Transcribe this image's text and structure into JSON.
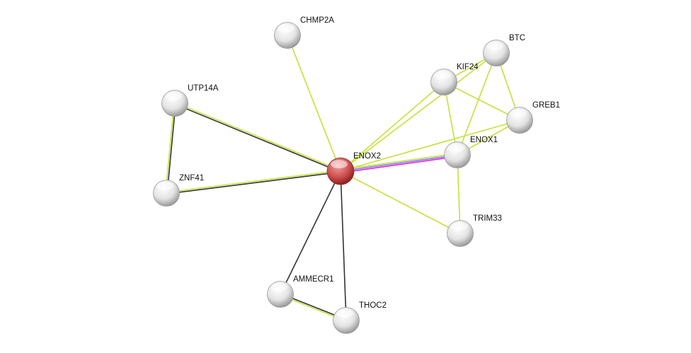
{
  "colors": {
    "textmining": "#c7e03a",
    "coexpression": "#333333",
    "homology": "#7b7bf0",
    "experiments": "#e020e0",
    "query_node": "#d84a4a",
    "node": "#e6e6e6"
  },
  "nodes": [
    {
      "id": "ENOX2",
      "label": "ENOX2",
      "query": true
    },
    {
      "id": "CHMP2A",
      "label": "CHMP2A"
    },
    {
      "id": "BTC",
      "label": "BTC"
    },
    {
      "id": "KIF24",
      "label": "KIF24"
    },
    {
      "id": "UTP14A",
      "label": "UTP14A"
    },
    {
      "id": "GREB1",
      "label": "GREB1"
    },
    {
      "id": "ENOX1",
      "label": "ENOX1"
    },
    {
      "id": "ZNF41",
      "label": "ZNF41"
    },
    {
      "id": "TRIM33",
      "label": "TRIM33"
    },
    {
      "id": "AMMECR1",
      "label": "AMMECR1"
    },
    {
      "id": "THOC2",
      "label": "THOC2"
    }
  ],
  "edges": [
    {
      "a": "ENOX2",
      "b": "CHMP2A",
      "types": [
        "textmining"
      ]
    },
    {
      "a": "ENOX2",
      "b": "UTP14A",
      "types": [
        "coexpression",
        "textmining"
      ]
    },
    {
      "a": "ENOX2",
      "b": "ZNF41",
      "types": [
        "coexpression",
        "textmining"
      ]
    },
    {
      "a": "UTP14A",
      "b": "ZNF41",
      "types": [
        "coexpression",
        "textmining"
      ]
    },
    {
      "a": "ENOX2",
      "b": "KIF24",
      "types": [
        "textmining"
      ]
    },
    {
      "a": "ENOX2",
      "b": "BTC",
      "types": [
        "textmining"
      ]
    },
    {
      "a": "ENOX2",
      "b": "GREB1",
      "types": [
        "textmining"
      ]
    },
    {
      "a": "ENOX2",
      "b": "ENOX1",
      "types": [
        "textmining",
        "homology",
        "experiments"
      ]
    },
    {
      "a": "ENOX2",
      "b": "TRIM33",
      "types": [
        "textmining"
      ]
    },
    {
      "a": "ENOX2",
      "b": "AMMECR1",
      "types": [
        "coexpression"
      ]
    },
    {
      "a": "ENOX2",
      "b": "THOC2",
      "types": [
        "coexpression"
      ]
    },
    {
      "a": "AMMECR1",
      "b": "THOC2",
      "types": [
        "coexpression",
        "textmining"
      ]
    },
    {
      "a": "KIF24",
      "b": "BTC",
      "types": [
        "textmining"
      ]
    },
    {
      "a": "KIF24",
      "b": "GREB1",
      "types": [
        "textmining"
      ]
    },
    {
      "a": "KIF24",
      "b": "ENOX1",
      "types": [
        "textmining"
      ]
    },
    {
      "a": "BTC",
      "b": "ENOX1",
      "types": [
        "textmining"
      ]
    },
    {
      "a": "BTC",
      "b": "GREB1",
      "types": [
        "textmining"
      ]
    },
    {
      "a": "GREB1",
      "b": "ENOX1",
      "types": [
        "textmining"
      ]
    },
    {
      "a": "ENOX1",
      "b": "TRIM33",
      "types": [
        "textmining"
      ]
    }
  ]
}
